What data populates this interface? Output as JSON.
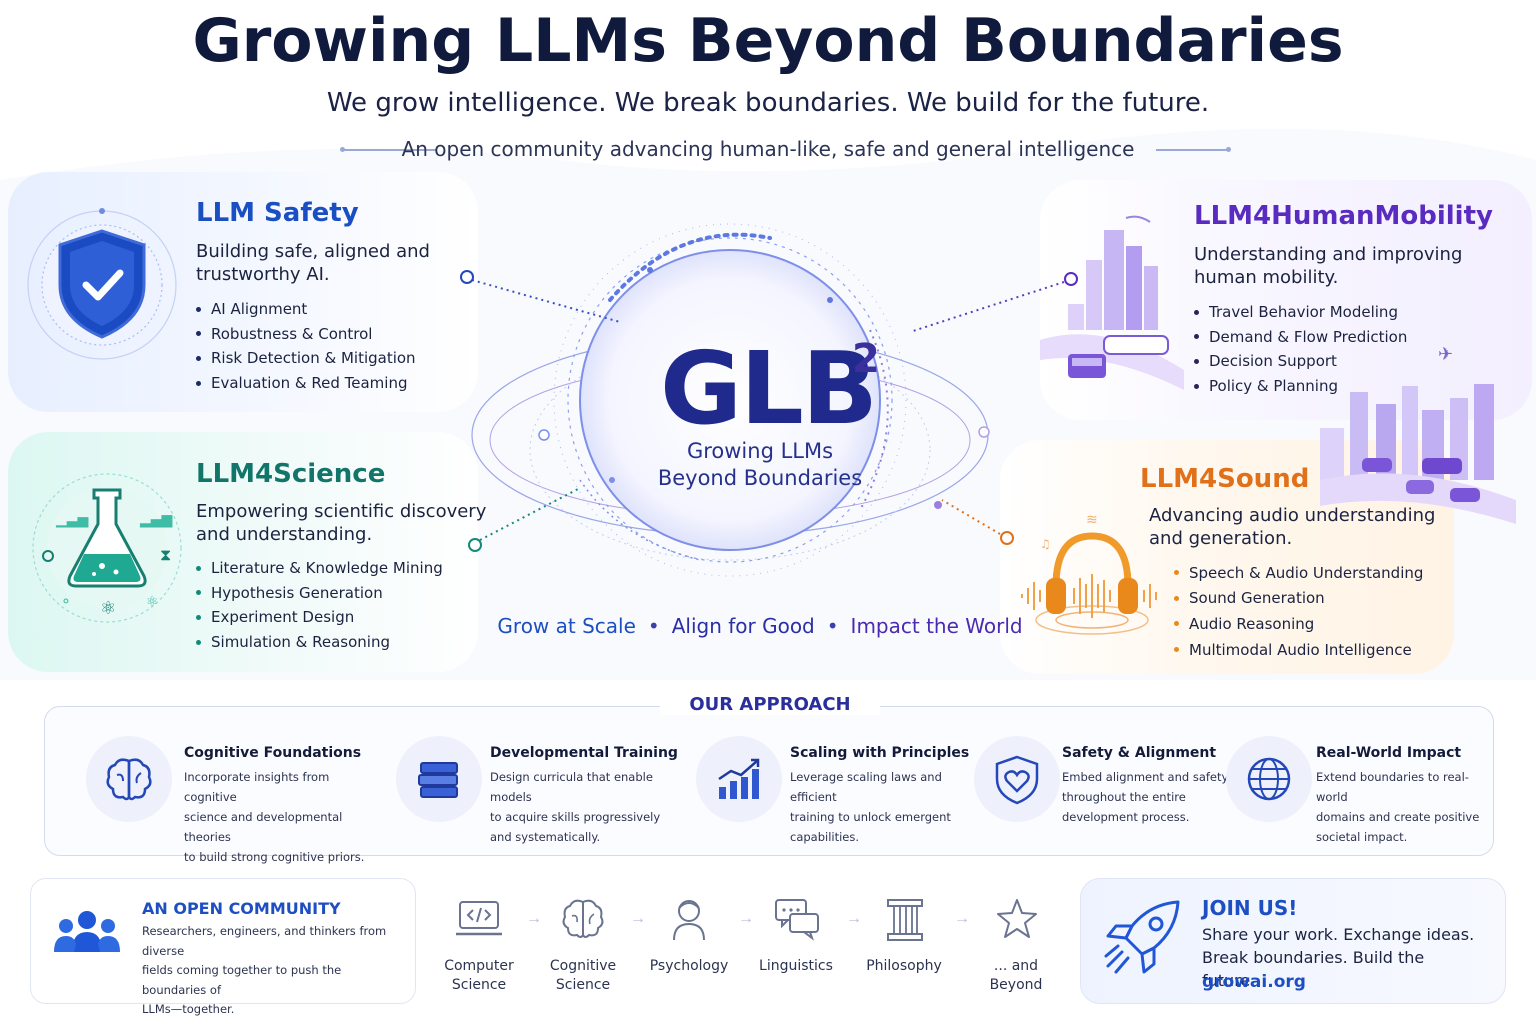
{
  "header": {
    "title": "Growing LLMs Beyond Boundaries",
    "tagline": "We grow intelligence. We break boundaries. We build for the future.",
    "subtagline": "An open community advancing human-like, safe and general intelligence"
  },
  "center": {
    "logo": "GLB",
    "logo_sup": "2",
    "subtitle_line1": "Growing LLMs",
    "subtitle_line2": "Beyond Boundaries",
    "pillars": [
      "Grow at Scale",
      "Align for Good",
      "Impact the World"
    ]
  },
  "panels": {
    "safety": {
      "title": "LLM Safety",
      "desc_line1": "Building safe, aligned and",
      "desc_line2": "trustworthy AI.",
      "items": [
        "AI Alignment",
        "Robustness & Control",
        "Risk Detection & Mitigation",
        "Evaluation & Red Teaming"
      ],
      "color": "#1a4fc4"
    },
    "science": {
      "title": "LLM4Science",
      "desc_line1": "Empowering scientific discovery",
      "desc_line2": "and understanding.",
      "items": [
        "Literature & Knowledge Mining",
        "Hypothesis Generation",
        "Experiment Design",
        "Simulation & Reasoning"
      ],
      "color": "#11756a"
    },
    "mobility": {
      "title": "LLM4HumanMobility",
      "desc_line1": "Understanding and improving",
      "desc_line2": "human mobility.",
      "items": [
        "Travel Behavior Modeling",
        "Demand & Flow Prediction",
        "Decision Support",
        "Policy & Planning"
      ],
      "color": "#5a2bc0"
    },
    "sound": {
      "title": "LLM4Sound",
      "desc_line1": "Advancing audio understanding",
      "desc_line2": "and generation.",
      "items": [
        "Speech & Audio Understanding",
        "Sound Generation",
        "Audio Reasoning",
        "Multimodal Audio Intelligence"
      ],
      "color": "#e0701a"
    }
  },
  "approach": {
    "title": "OUR APPROACH",
    "items": [
      {
        "icon": "brain-icon",
        "title": "Cognitive Foundations",
        "lines": [
          "Incorporate insights from cognitive",
          "science and developmental theories",
          "to build strong cognitive priors."
        ]
      },
      {
        "icon": "books-icon",
        "title": "Developmental Training",
        "lines": [
          "Design curricula that enable models",
          "to acquire skills progressively",
          "and systematically."
        ]
      },
      {
        "icon": "growth-chart-icon",
        "title": "Scaling with Principles",
        "lines": [
          "Leverage scaling laws and efficient",
          "training to unlock emergent",
          "capabilities."
        ]
      },
      {
        "icon": "shield-heart-icon",
        "title": "Safety & Alignment",
        "lines": [
          "Embed alignment and safety",
          "throughout the entire",
          "development process."
        ]
      },
      {
        "icon": "globe-icon",
        "title": "Real-World Impact",
        "lines": [
          "Extend boundaries to real-world",
          "domains and create positive",
          "societal impact."
        ]
      }
    ]
  },
  "community": {
    "title": "AN OPEN COMMUNITY",
    "desc_lines": [
      "Researchers, engineers, and thinkers from diverse",
      "fields coming together to push the boundaries of",
      "LLMs—together."
    ],
    "fields": [
      {
        "icon": "laptop-code-icon",
        "line1": "Computer",
        "line2": "Science"
      },
      {
        "icon": "brain-outline-icon",
        "line1": "Cognitive",
        "line2": "Science"
      },
      {
        "icon": "person-icon",
        "line1": "Psychology",
        "line2": ""
      },
      {
        "icon": "speech-bubbles-icon",
        "line1": "Linguistics",
        "line2": ""
      },
      {
        "icon": "pillar-icon",
        "line1": "Philosophy",
        "line2": ""
      },
      {
        "icon": "star-icon",
        "line1": "... and",
        "line2": "Beyond"
      }
    ]
  },
  "join": {
    "title": "JOIN US!",
    "line1": "Share your work. Exchange ideas.",
    "line2": "Break boundaries. Build the future.",
    "url": "growai.org"
  }
}
